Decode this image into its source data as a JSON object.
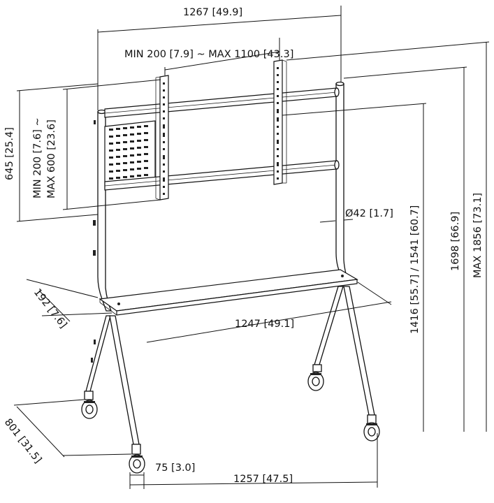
{
  "dimensions": {
    "overall_width": "1267 [49.9]",
    "vesa_horizontal": "MIN 200 [7.9] ~ MAX 1100 [43.3]",
    "column_height": "645 [25.4]",
    "vesa_vertical_line1": "MIN 200 [7.6] ~",
    "vesa_vertical_line2": "MAX 600 [23.6]",
    "tube_diameter": "Ø42 [1.7]",
    "shelf_depth": "192 [7.6]",
    "shelf_width": "1247 [49.1]",
    "center_height": "1416 [55.7] / 1541 [60.7]",
    "top_height": "1698 [66.9]",
    "max_height": "MAX 1856 [73.1]",
    "base_depth": "801 [31.5]",
    "leg_offset": "75 [3.0]",
    "base_width": "1257 [47.5]"
  }
}
